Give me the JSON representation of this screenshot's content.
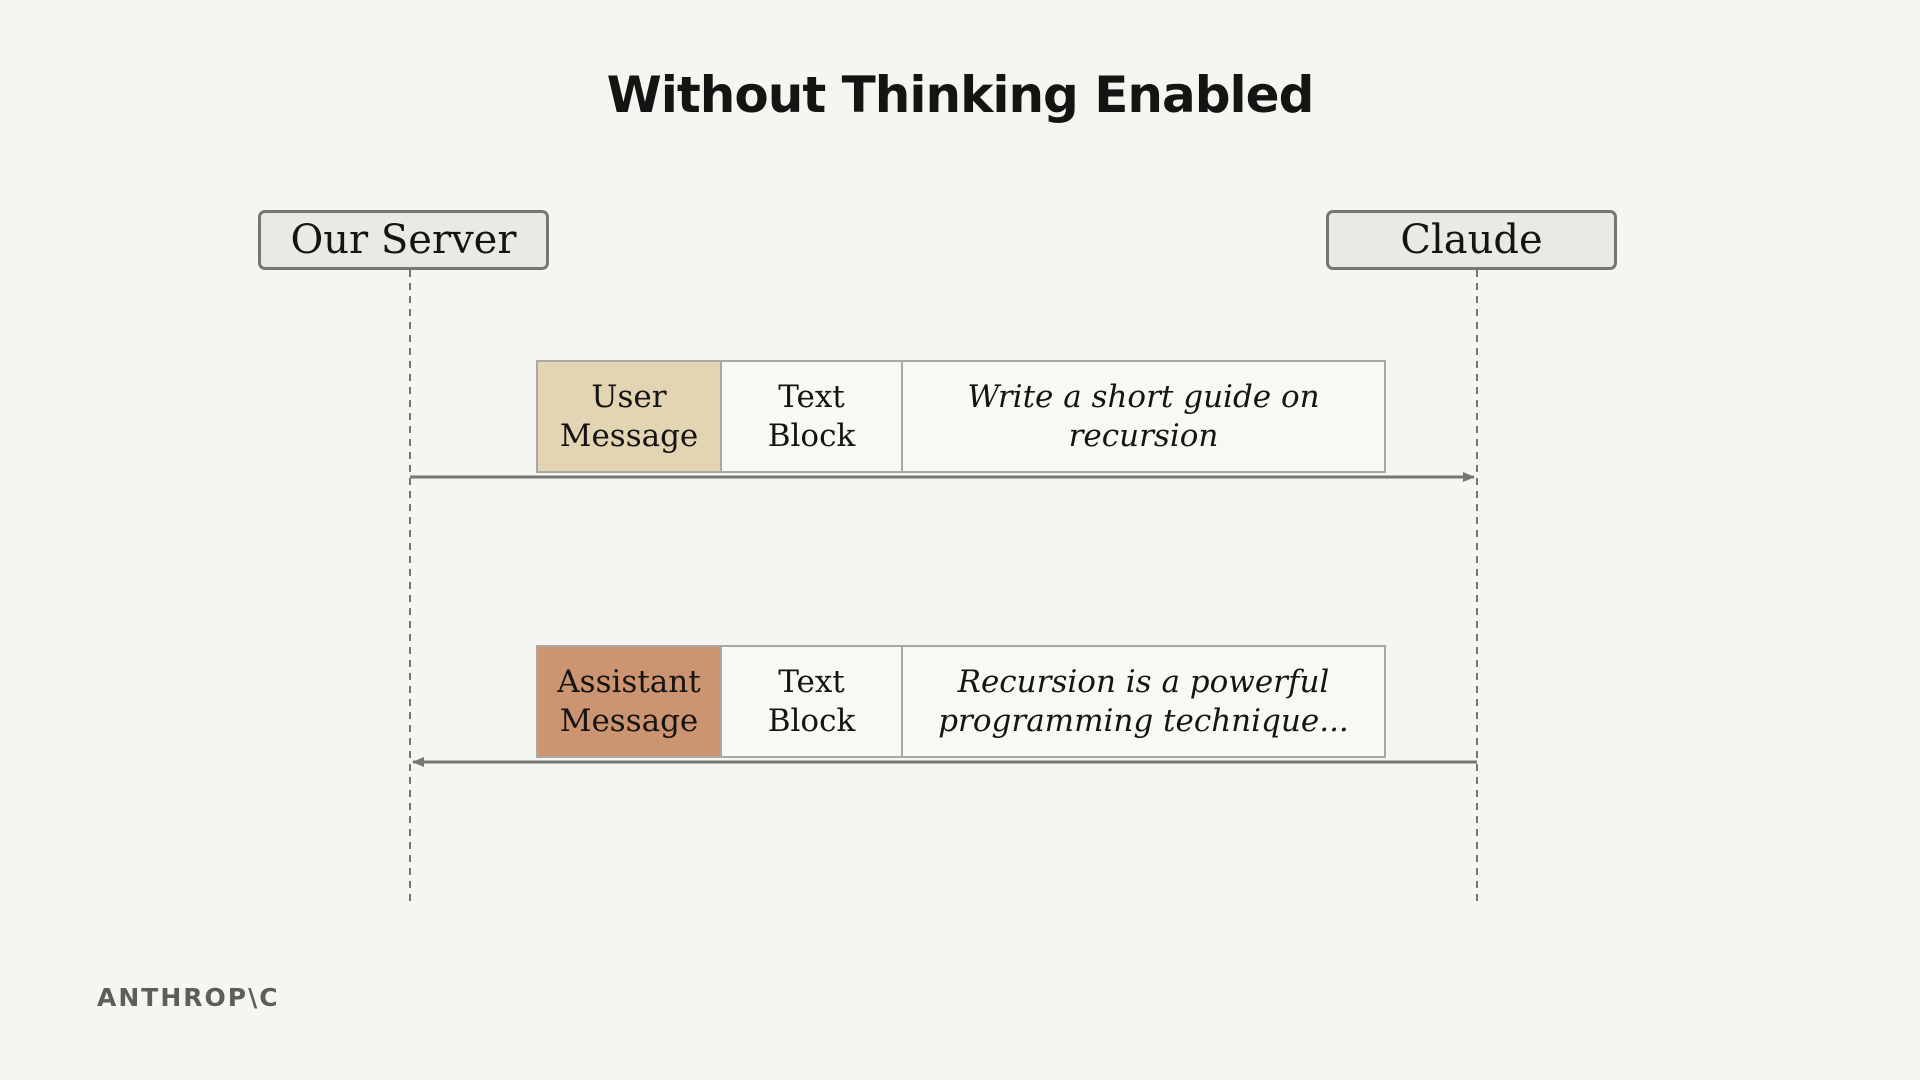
{
  "title": "Without Thinking Enabled",
  "actors": {
    "server": "Our Server",
    "claude": "Claude"
  },
  "messages": [
    {
      "role_line1": "User",
      "role_line2": "Message",
      "block_line1": "Text",
      "block_line2": "Block",
      "content_line1": "Write a short guide on",
      "content_line2": "recursion",
      "role_color": "#e3d5b4",
      "direction": "server-to-claude"
    },
    {
      "role_line1": "Assistant",
      "role_line2": "Message",
      "block_line1": "Text",
      "block_line2": "Block",
      "content_line1": "Recursion is a powerful",
      "content_line2": "programming technique...",
      "role_color": "#cc9470",
      "direction": "claude-to-server"
    }
  ],
  "logo": "ANTHROP\\C",
  "colors": {
    "background": "#f5f6f1",
    "line": "#77776f",
    "actor_fill": "#ebe9e5"
  }
}
